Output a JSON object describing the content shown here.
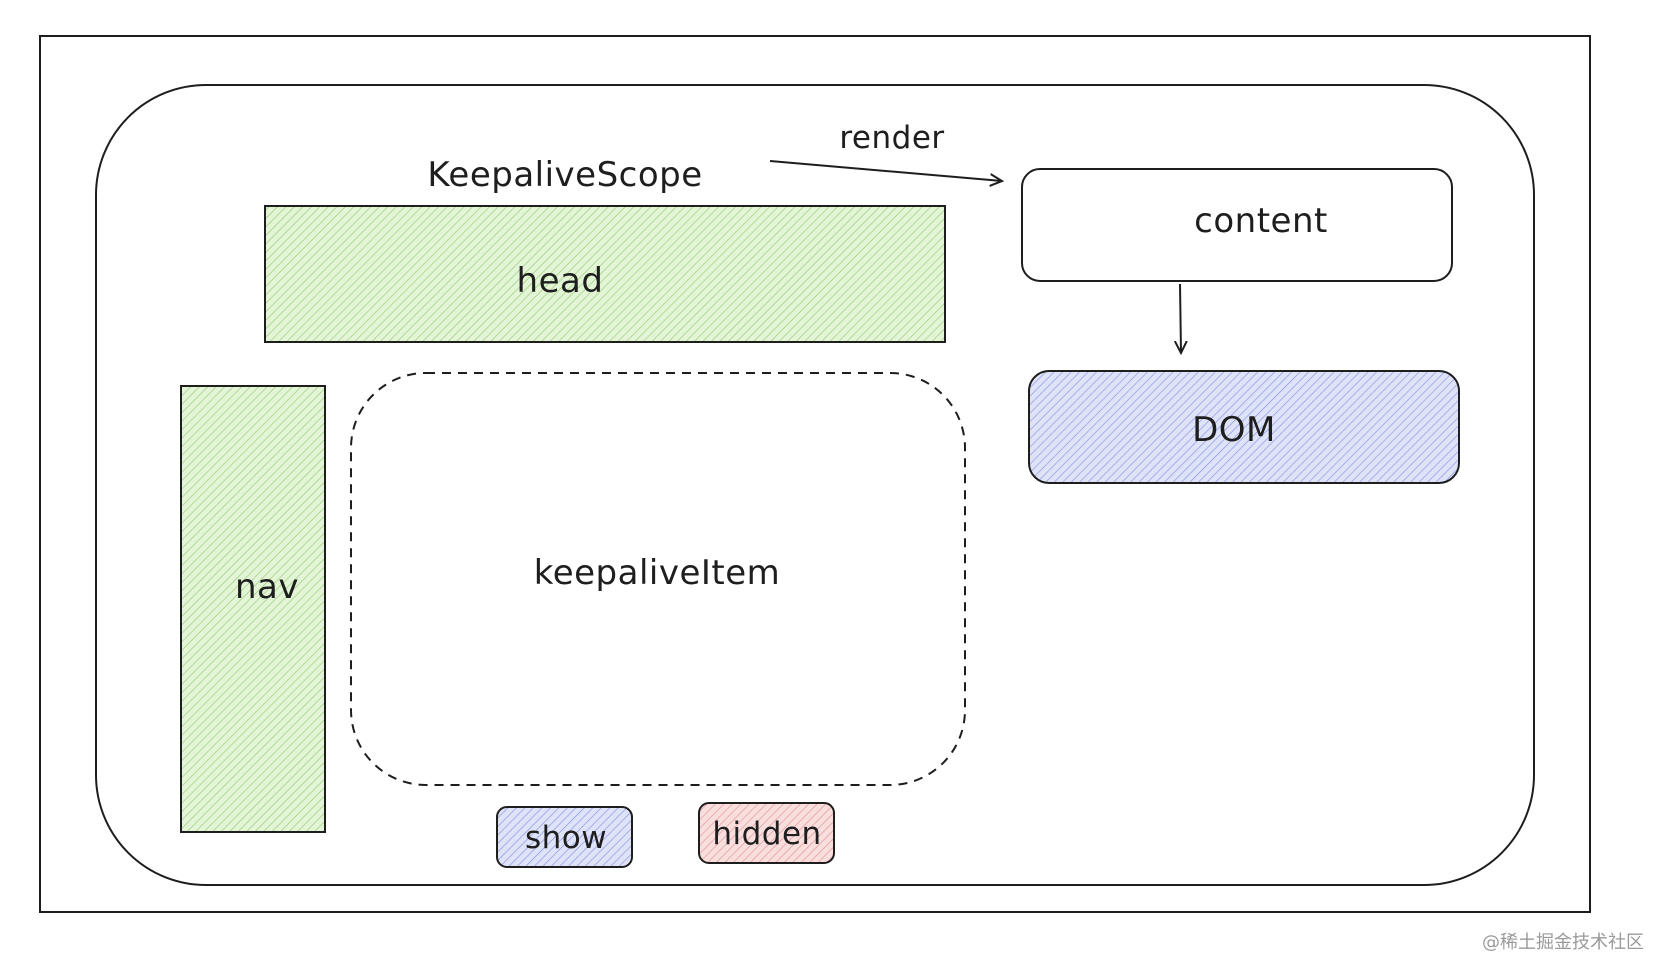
{
  "diagram": {
    "scope_label": "KeepaliveScope",
    "render_label": "render",
    "head_label": "head",
    "nav_label": "nav",
    "item_label": "keepaliveItem",
    "content_label": "content",
    "dom_label": "DOM",
    "show_label": "show",
    "hidden_label": "hidden"
  },
  "colors": {
    "green_fill": "#b2f2bb",
    "green_hatch": "#8fd08a",
    "blue_fill": "#a5b4f0",
    "blue_hatch": "#8a98dc",
    "red_fill": "#ffc9c9",
    "red_hatch": "#e89a9a",
    "stroke": "#1e1e1e"
  },
  "watermark": "@稀土掘金技术社区"
}
